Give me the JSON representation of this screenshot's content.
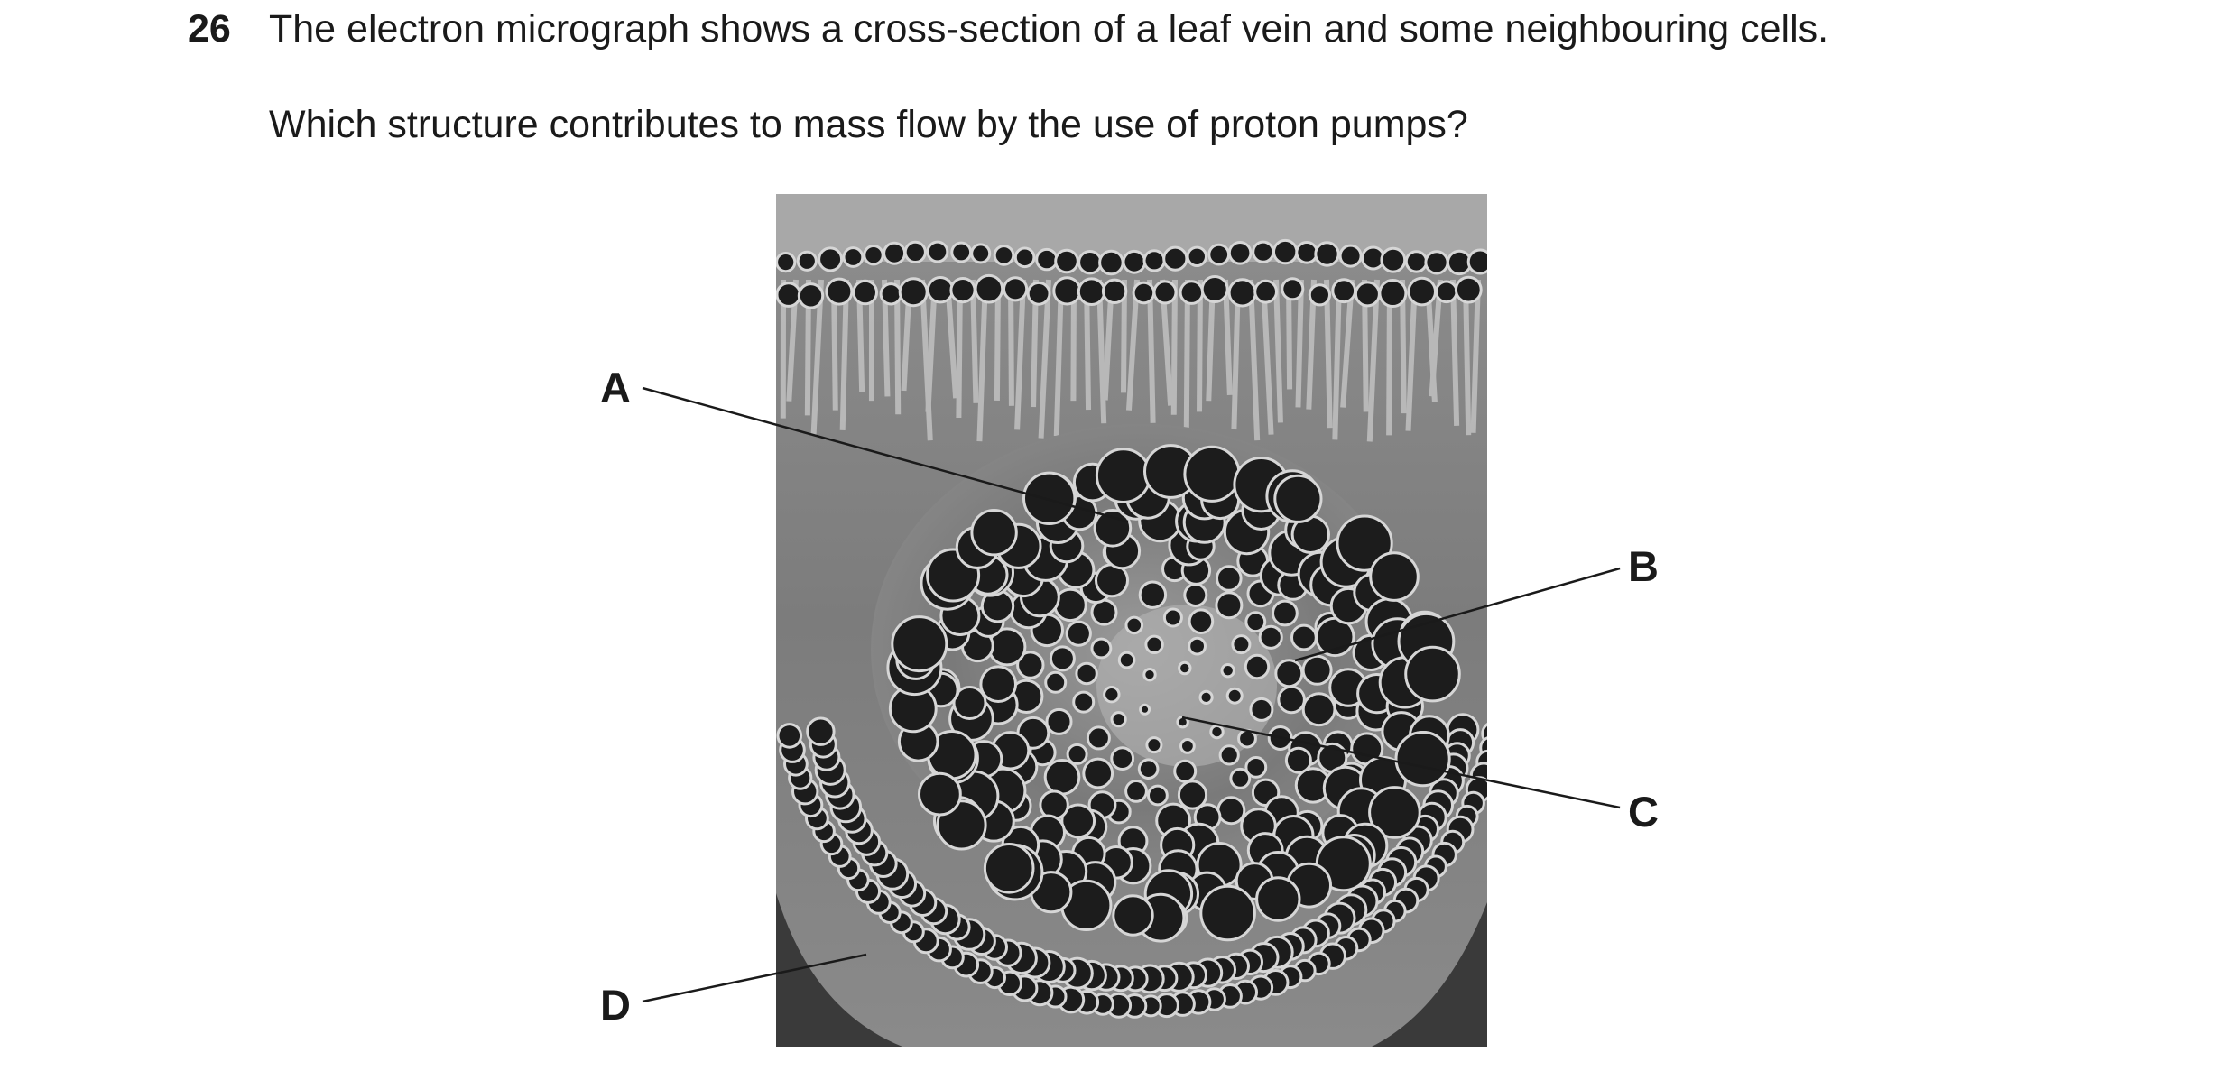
{
  "question": {
    "number": "26",
    "stem": "The electron micrograph shows a cross-section of a leaf vein and some neighbouring cells.",
    "prompt": "Which structure contributes to mass flow by the use of proton pumps?"
  },
  "figure": {
    "labels": {
      "A": "A",
      "B": "B",
      "C": "C",
      "D": "D"
    }
  }
}
